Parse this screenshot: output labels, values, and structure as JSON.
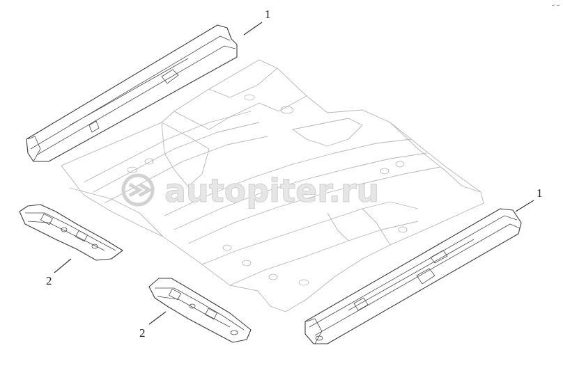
{
  "callouts": [
    {
      "id": "sill-rear",
      "label": "1"
    },
    {
      "id": "sill-front",
      "label": "1"
    },
    {
      "id": "crossmember-left",
      "label": "2"
    },
    {
      "id": "crossmember-front",
      "label": "2"
    }
  ],
  "watermark": {
    "text": "autopiter.ru",
    "logo_icon": "autopiter-logo-icon"
  }
}
